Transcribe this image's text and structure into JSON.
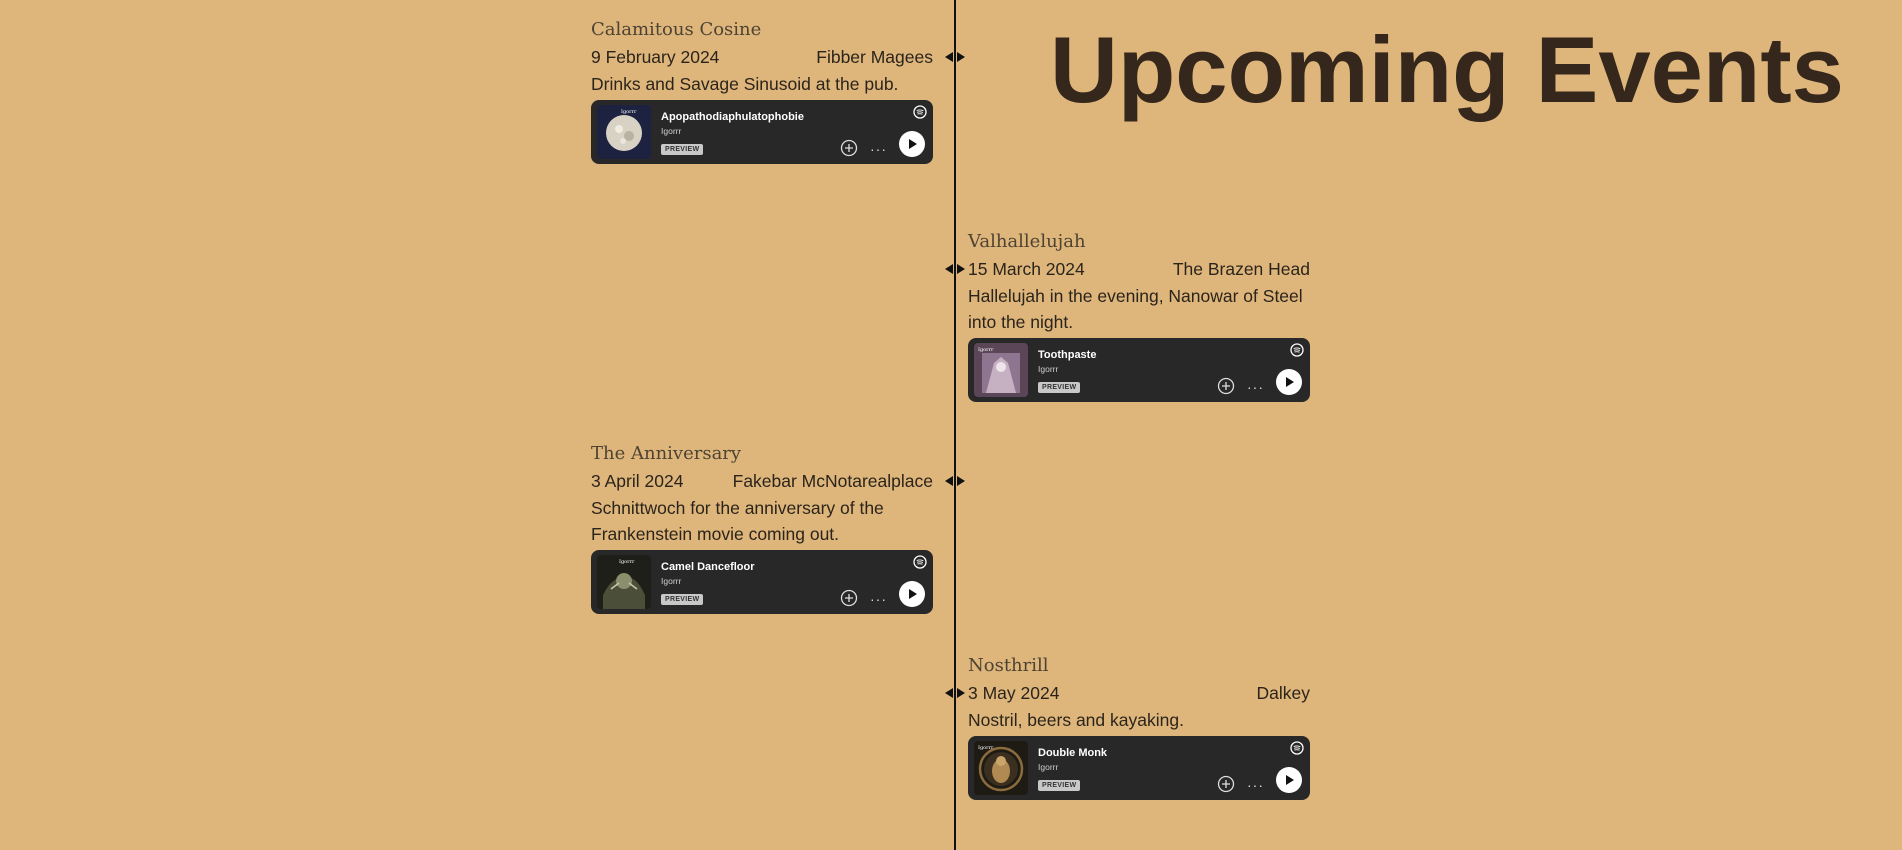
{
  "page": {
    "title": "Upcoming Events"
  },
  "colors": {
    "background": "#deb67b",
    "timeline": "#111111",
    "title": "#35271c",
    "player_bg": "#282828"
  },
  "events": [
    {
      "name": "Calamitous Cosine",
      "date": "9 February 2024",
      "venue": "Fibber Magees",
      "description": "Drinks and Savage Sinusoid at the pub.",
      "track": {
        "title": "Apopathodiaphulatophobie",
        "artist": "Igorrr",
        "badge": "PREVIEW",
        "cover_icon": "album-cover-white-sphere"
      }
    },
    {
      "name": "Valhallelujah",
      "date": "15 March 2024",
      "venue": "The Brazen Head",
      "description": "Hallelujah in the evening, Nanowar of Steel into the night.",
      "track": {
        "title": "Toothpaste",
        "artist": "Igorrr",
        "badge": "PREVIEW",
        "cover_icon": "album-cover-purple"
      }
    },
    {
      "name": "The Anniversary",
      "date": "3 April 2024",
      "venue": "Fakebar McNotarealplace",
      "description": "Schnittwoch for the anniversary of the Frankenstein movie coming out.",
      "track": {
        "title": "Camel Dancefloor",
        "artist": "Igorrr",
        "badge": "PREVIEW",
        "cover_icon": "album-cover-dark-green"
      }
    },
    {
      "name": "Nosthrill",
      "date": "3 May 2024",
      "venue": "Dalkey",
      "description": "Nostril, beers and kayaking.",
      "track": {
        "title": "Double Monk",
        "artist": "Igorrr",
        "badge": "PREVIEW",
        "cover_icon": "album-cover-golden-figure"
      }
    }
  ]
}
